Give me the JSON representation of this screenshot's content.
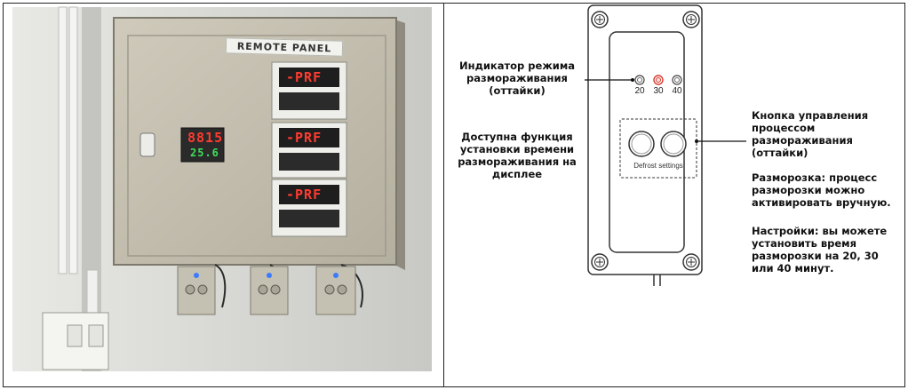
{
  "photo": {
    "panel_label": "REMOTE PANEL",
    "controller_top": "8815",
    "controller_bottom": "25.6",
    "readout_1": "-PRF",
    "readout_2": "-PRF",
    "readout_3": "-PRF"
  },
  "diagram": {
    "indicator_label": "Индикатор режима размораживания (оттайки)",
    "display_label": "Доступна функция установки времени размораживания на дисплее",
    "indicators": [
      "20",
      "30",
      "40"
    ],
    "button_caption": "Defrost settings",
    "button_label": "Кнопка управления процессом размораживания (оттайки)",
    "defrost_note": "Разморозка: процесс разморозки можно активировать вручную.",
    "settings_note": "Настройки: вы можете установить время разморозки на 20, 30 или 40 минут."
  },
  "colors": {
    "cabinet": "#c9c4b4",
    "wall": "#dcdcd8",
    "led_red": "#ff3b2f",
    "led_green": "#3ee05a",
    "indicator_active": "#d93a2f"
  }
}
